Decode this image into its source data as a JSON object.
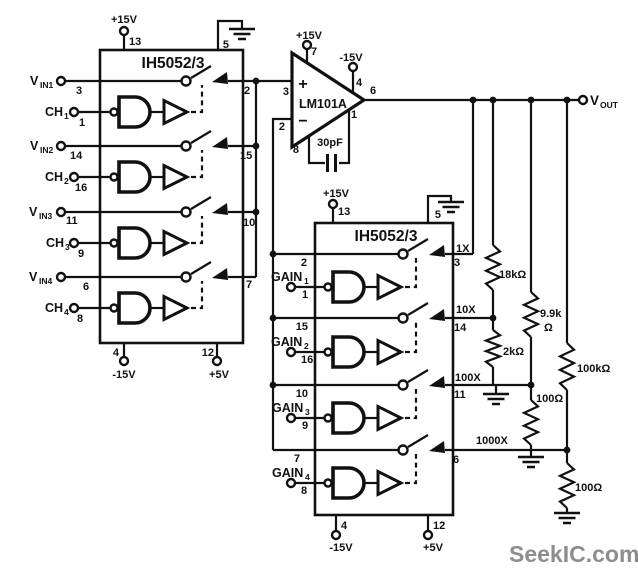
{
  "watermark": "SeekIC.com",
  "vout": {
    "main": "V",
    "sub": "OUT"
  },
  "chip1": {
    "title": "IH5052/3",
    "vplus": "+15V",
    "vplus_pin": "13",
    "gnd_pin": "5",
    "vminus": "-15V",
    "vminus_pin": "4",
    "vlogic": "+5V",
    "vlogic_pin": "12",
    "channels": [
      {
        "in_main": "V",
        "in_sub": "IN1",
        "in_pin": "3",
        "ctl_main": "CH",
        "ctl_sub": "1",
        "ctl_pin": "1",
        "out_pin": "2"
      },
      {
        "in_main": "V",
        "in_sub": "IN2",
        "in_pin": "14",
        "ctl_main": "CH",
        "ctl_sub": "2",
        "ctl_pin": "16",
        "out_pin": "15"
      },
      {
        "in_main": "V",
        "in_sub": "IN3",
        "in_pin": "11",
        "ctl_main": "CH",
        "ctl_sub": "3",
        "ctl_pin": "9",
        "out_pin": "10"
      },
      {
        "in_main": "V",
        "in_sub": "IN4",
        "in_pin": "6",
        "ctl_main": "CH",
        "ctl_sub": "4",
        "ctl_pin": "8",
        "out_pin": "7"
      }
    ]
  },
  "opamp": {
    "name": "LM101A",
    "plus_sign": "+",
    "minus_sign": "−",
    "vplus": "+15V",
    "vplus_pin": "7",
    "vminus": "-15V",
    "vminus_pin": "4",
    "in_plus_pin": "3",
    "in_minus_pin": "2",
    "out_pin": "6",
    "comp_pin_a": "8",
    "comp_pin_b": "1",
    "cap_value": "30pF"
  },
  "chip2": {
    "title": "IH5052/3",
    "vplus": "+15V",
    "vplus_pin": "13",
    "gnd_pin": "5",
    "vminus": "-15V",
    "vminus_pin": "4",
    "vlogic": "+5V",
    "vlogic_pin": "12",
    "channels": [
      {
        "in_pin": "2",
        "ctl_main": "GAIN",
        "ctl_sub": "1",
        "ctl_pin": "1",
        "gain_label": "1X",
        "out_pin": "3"
      },
      {
        "in_pin": "15",
        "ctl_main": "GAIN",
        "ctl_sub": "2",
        "ctl_pin": "16",
        "gain_label": "10X",
        "out_pin": "14"
      },
      {
        "in_pin": "10",
        "ctl_main": "GAIN",
        "ctl_sub": "3",
        "ctl_pin": "9",
        "gain_label": "100X",
        "out_pin": "11"
      },
      {
        "in_pin": "7",
        "ctl_main": "GAIN",
        "ctl_sub": "4",
        "ctl_pin": "8",
        "gain_label": "1000X",
        "out_pin": "6"
      }
    ]
  },
  "resistors": {
    "r18k": "18kΩ",
    "r2k": "2kΩ",
    "r9k9_main": "9.9k",
    "r9k9_unit": "Ω",
    "r100a": "100Ω",
    "r100k": "100kΩ",
    "r100b": "100Ω"
  }
}
